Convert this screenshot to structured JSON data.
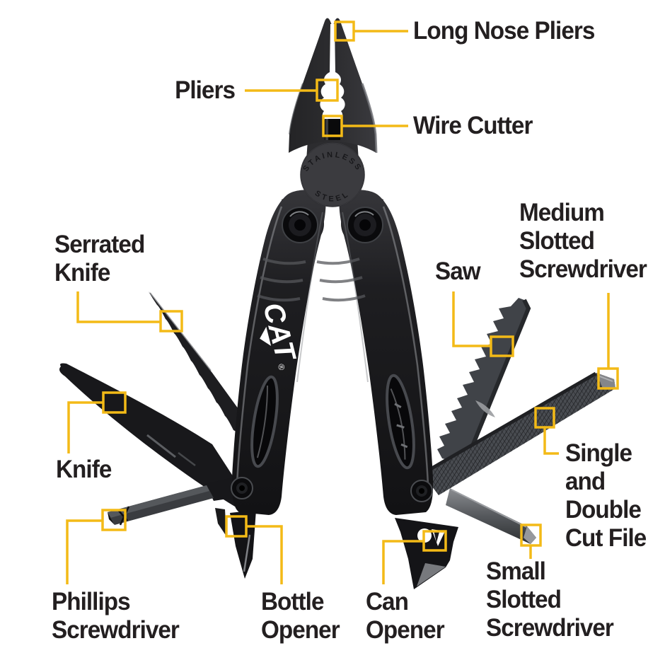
{
  "colors": {
    "accent": "#F3BA17",
    "label_text": "#231F20",
    "background": "#FFFFFF"
  },
  "labels": {
    "long_nose_pliers": "Long Nose Pliers",
    "pliers": "Pliers",
    "wire_cutter": "Wire Cutter",
    "medium_slotted_screwdriver": "Medium\nSlotted\nScrewdriver",
    "saw": "Saw",
    "serrated_knife": "Serrated\nKnife",
    "knife": "Knife",
    "phillips_screwdriver": "Phillips\nScrewdriver",
    "bottle_opener": "Bottle\nOpener",
    "can_opener": "Can\nOpener",
    "small_slotted_screwdriver": "Small\nSlotted\nScrewdriver",
    "single_double_cut_file": "Single\nand\nDouble\nCut File"
  },
  "tool": {
    "brand": "CAT",
    "registered": "®",
    "pivot_text_top": "STAINLESS",
    "pivot_text_bottom": "STEEL"
  }
}
